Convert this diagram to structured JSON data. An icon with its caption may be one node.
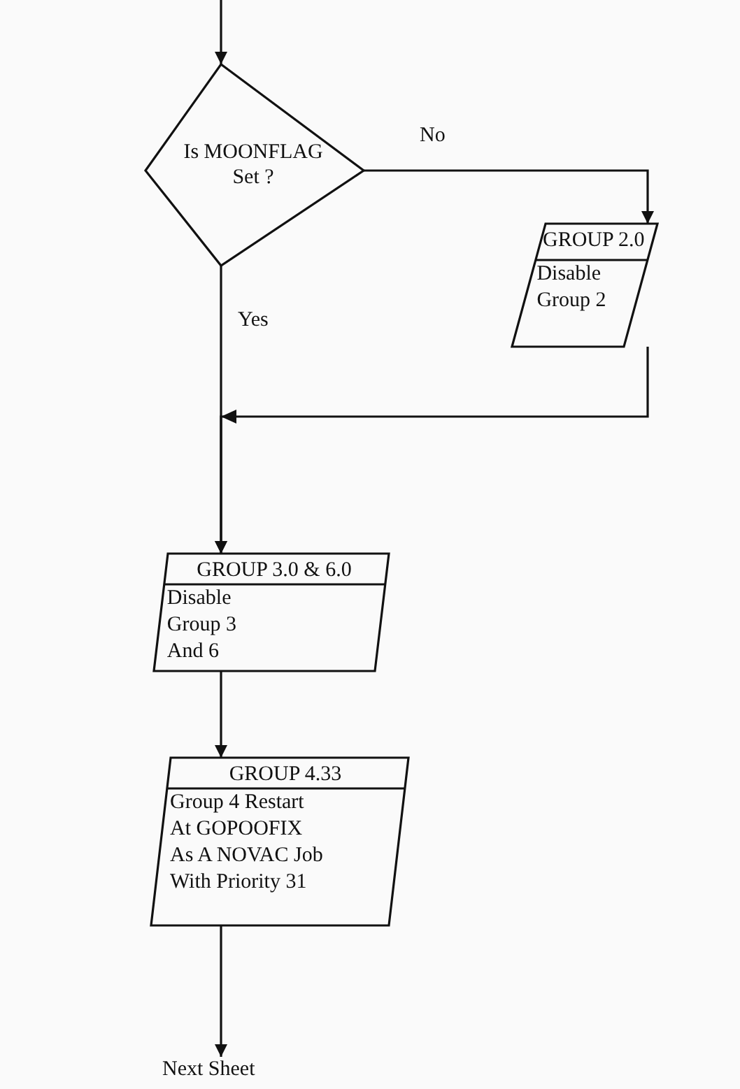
{
  "diagram": {
    "nodes": [
      {
        "text": [
          "Is MOONFLAG Set ?"
        ]
      },
      {
        "text": [
          "GROUP 2.0",
          "Disable Group 2"
        ]
      },
      {
        "text": [
          "GROUP 3.0 & 6.0",
          "Disable Group 3 And 6"
        ]
      },
      {
        "text": [
          "GROUP 4.33",
          "Group 4 Restart At GOPOOFIX As A NOVAC Job With Priority 31"
        ]
      },
      {
        "text": [
          "Next Sheet"
        ]
      }
    ],
    "edges": [
      {
        "from": null,
        "to": 0,
        "arrow": "to"
      },
      {
        "from": 0,
        "to": 1,
        "arrow": "to",
        "label": "No"
      },
      {
        "from": 0,
        "to": 2,
        "arrow": "to",
        "label": "Yes"
      },
      {
        "from": 1,
        "to": 2,
        "arrow": "to"
      },
      {
        "from": 2,
        "to": 3,
        "arrow": "to"
      },
      {
        "from": 3,
        "to": 4,
        "arrow": "to"
      }
    ]
  }
}
